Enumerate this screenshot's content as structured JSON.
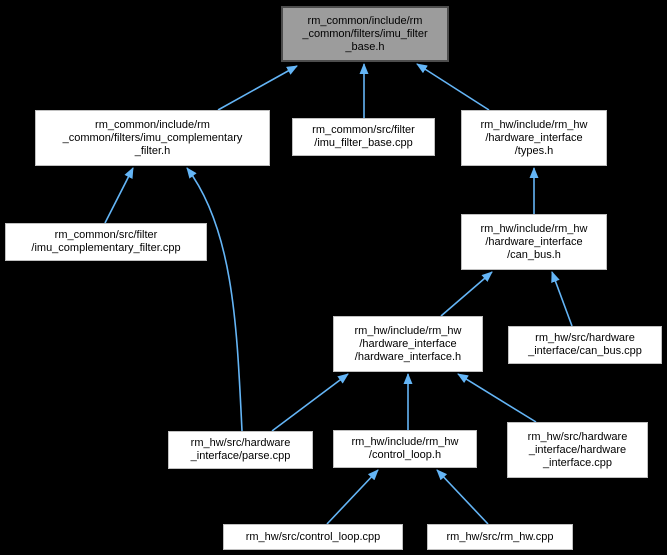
{
  "diagram_type": "include-dependency-graph",
  "colors": {
    "background": "#000000",
    "node_fill": "#ffffff",
    "node_border": "#c0c0c0",
    "highlight_fill": "#9c9c9c",
    "highlight_border": "#4d4d4d",
    "edge_color": "#64b5f6",
    "text_color": "#000000"
  },
  "nodes": {
    "imu_filter_base_h": {
      "label": "rm_common/include/rm\n_common/filters/imu_filter\n_base.h",
      "highlighted": true
    },
    "imu_complementary_filter_h": {
      "label": "rm_common/include/rm\n_common/filters/imu_complementary\n_filter.h",
      "highlighted": false
    },
    "imu_filter_base_cpp": {
      "label": "rm_common/src/filter\n/imu_filter_base.cpp",
      "highlighted": false
    },
    "types_h": {
      "label": "rm_hw/include/rm_hw\n/hardware_interface\n/types.h",
      "highlighted": false
    },
    "imu_complementary_filter_cpp": {
      "label": "rm_common/src/filter\n/imu_complementary_filter.cpp",
      "highlighted": false
    },
    "can_bus_h": {
      "label": "rm_hw/include/rm_hw\n/hardware_interface\n/can_bus.h",
      "highlighted": false
    },
    "hardware_interface_h": {
      "label": "rm_hw/include/rm_hw\n/hardware_interface\n/hardware_interface.h",
      "highlighted": false
    },
    "can_bus_cpp": {
      "label": "rm_hw/src/hardware\n_interface/can_bus.cpp",
      "highlighted": false
    },
    "parse_cpp": {
      "label": "rm_hw/src/hardware\n_interface/parse.cpp",
      "highlighted": false
    },
    "control_loop_h": {
      "label": "rm_hw/include/rm_hw\n/control_loop.h",
      "highlighted": false
    },
    "hardware_interface_cpp": {
      "label": "rm_hw/src/hardware\n_interface/hardware\n_interface.cpp",
      "highlighted": false
    },
    "control_loop_cpp": {
      "label": "rm_hw/src/control_loop.cpp",
      "highlighted": false
    },
    "rm_hw_cpp": {
      "label": "rm_hw/src/rm_hw.cpp",
      "highlighted": false
    }
  },
  "edges": [
    {
      "from": "imu_complementary_filter_h",
      "to": "imu_filter_base_h"
    },
    {
      "from": "imu_filter_base_cpp",
      "to": "imu_filter_base_h"
    },
    {
      "from": "types_h",
      "to": "imu_filter_base_h"
    },
    {
      "from": "imu_complementary_filter_cpp",
      "to": "imu_complementary_filter_h"
    },
    {
      "from": "parse_cpp",
      "to": "imu_complementary_filter_h"
    },
    {
      "from": "can_bus_h",
      "to": "types_h"
    },
    {
      "from": "hardware_interface_h",
      "to": "can_bus_h"
    },
    {
      "from": "can_bus_cpp",
      "to": "can_bus_h"
    },
    {
      "from": "parse_cpp",
      "to": "hardware_interface_h"
    },
    {
      "from": "control_loop_h",
      "to": "hardware_interface_h"
    },
    {
      "from": "hardware_interface_cpp",
      "to": "hardware_interface_h"
    },
    {
      "from": "control_loop_cpp",
      "to": "control_loop_h"
    },
    {
      "from": "rm_hw_cpp",
      "to": "control_loop_h"
    }
  ]
}
